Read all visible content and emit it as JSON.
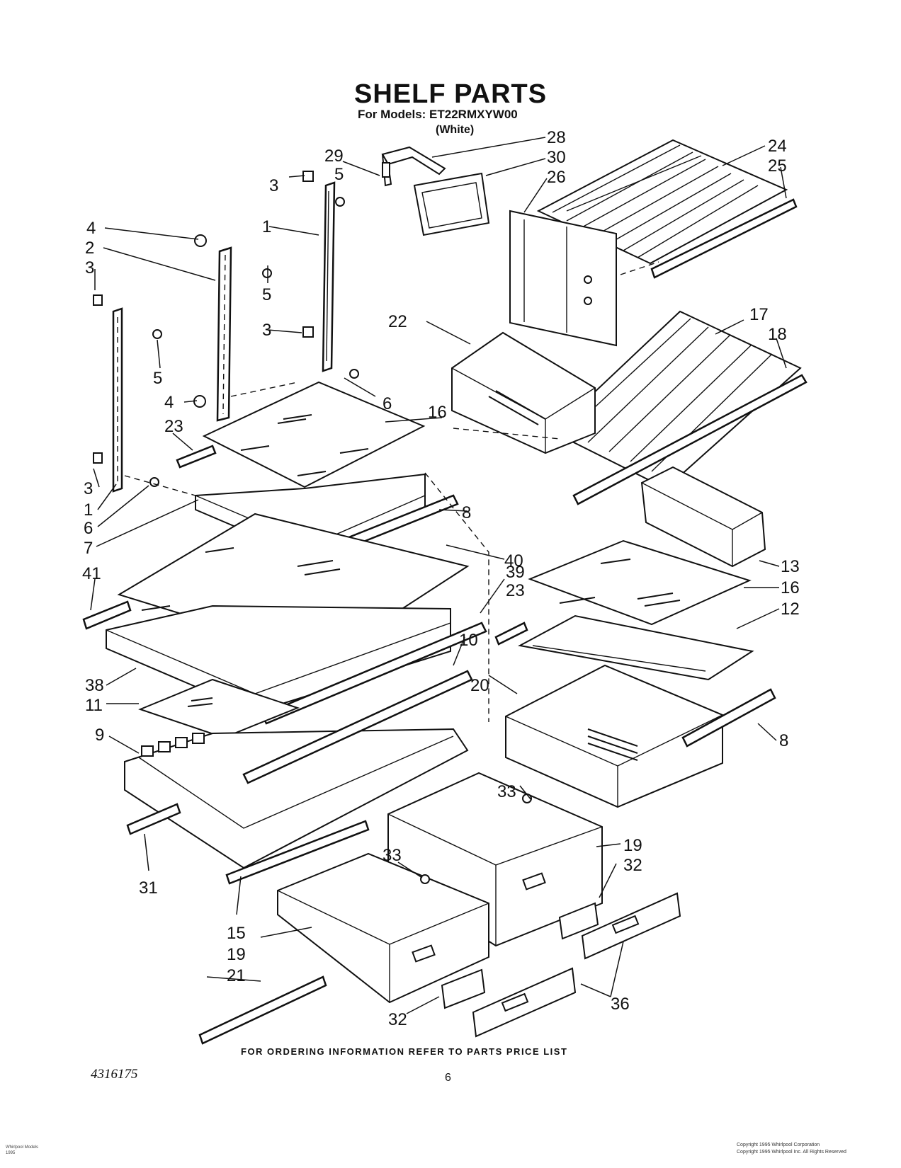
{
  "header": {
    "title": "SHELF PARTS",
    "models": "For Models: ET22RMXYW00",
    "color": "(White)"
  },
  "footer": {
    "ordering_note": "FOR ORDERING INFORMATION REFER TO PARTS PRICE LIST",
    "document_number": "4316175",
    "page_number": "6",
    "copyright_line_1": "Copyright 1995 Whirlpool Corporation",
    "copyright_line_2": "Copyright 1995 Whirlpool Inc. All Rights Reserved",
    "margin_note_1": "Whirlpool Models",
    "margin_note_2": "1995"
  },
  "callouts": [
    "1",
    "2",
    "3",
    "4",
    "5",
    "6",
    "7",
    "8",
    "9",
    "10",
    "11",
    "12",
    "13",
    "15",
    "16",
    "17",
    "18",
    "19",
    "20",
    "21",
    "22",
    "23",
    "24",
    "25",
    "26",
    "28",
    "29",
    "30",
    "31",
    "32",
    "33",
    "36",
    "38",
    "39",
    "40",
    "41"
  ]
}
